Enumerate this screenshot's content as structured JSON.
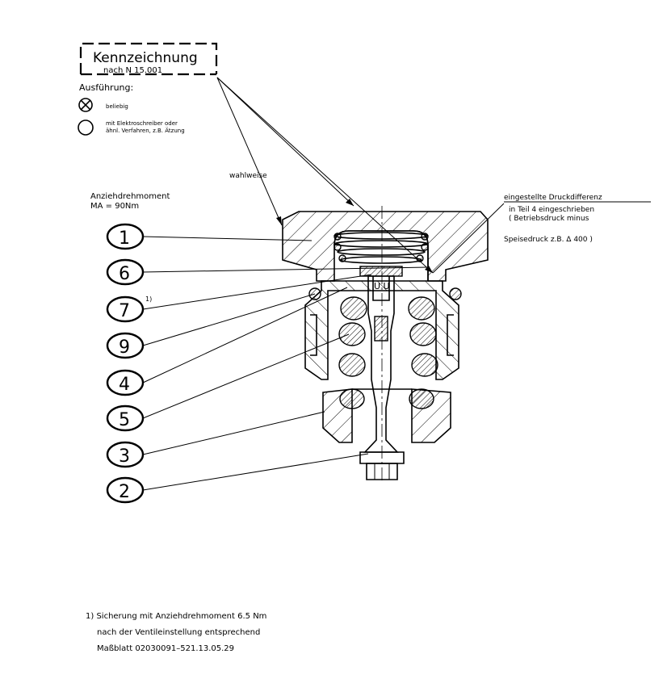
{
  "label_box": {
    "title": "Kennzeichnung",
    "subtitle": "nach  N  15.001"
  },
  "execution": {
    "heading": "Ausführung:",
    "option_cross": "beliebig",
    "option_circle_line1": "mit Elektroschreiber oder",
    "option_circle_line2": "ähnl. Verfahren, z.B. Ätzung"
  },
  "optional_label": "wahlweise",
  "torque": {
    "line1": "Anziehdrehmoment",
    "line2": "MA  =  90Nm"
  },
  "pressure_note": {
    "line1": "eingestellte  Druckdifferenz",
    "line2": "in  Teil  4  eingeschrieben",
    "line3": "( Betriebsdruck  minus",
    "line4": "Speisedruck  z.B.  Δ 400  )"
  },
  "callouts": [
    "1",
    "6",
    "7",
    "9",
    "4",
    "5",
    "3",
    "2"
  ],
  "callout_sup": "1)",
  "footnote": {
    "line1": "1)  Sicherung  mit  Anziehdrehmoment  6.5  Nm",
    "line2": "nach  der  Ventileinstellung  entsprechend",
    "line3": "Maßblatt    02030091–521.13.05.29"
  },
  "stamp_text": "U U"
}
